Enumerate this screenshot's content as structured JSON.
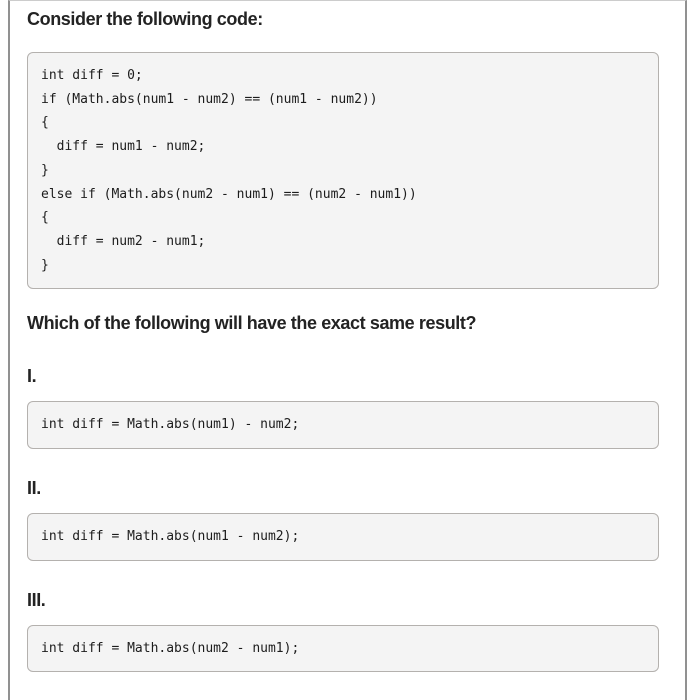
{
  "prompt_heading": "Consider the following code:",
  "given_code": "int diff = 0;\nif (Math.abs(num1 - num2) == (num1 - num2))\n{\n  diff = num1 - num2;\n}\nelse if (Math.abs(num2 - num1) == (num2 - num1))\n{\n  diff = num2 - num1;\n}",
  "question": "Which of the following will have the exact same result?",
  "options": [
    {
      "label": "I.",
      "code": "int diff = Math.abs(num1) - num2;"
    },
    {
      "label": "II.",
      "code": "int diff = Math.abs(num1 - num2);"
    },
    {
      "label": "III.",
      "code": "int diff = Math.abs(num2 - num1);"
    }
  ],
  "colors": {
    "text": "#232323",
    "code_text": "#1c1c1c",
    "code_background": "#f4f4f4",
    "code_border": "#b4b1ae",
    "panel_border": "#919191",
    "page_background": "#ffffff"
  }
}
